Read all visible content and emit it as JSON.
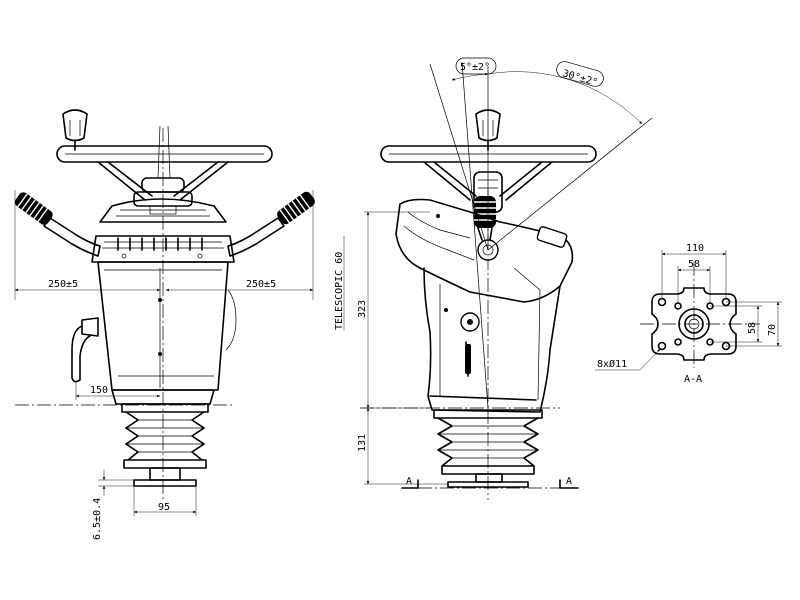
{
  "dimensions": {
    "left_width": "250±5",
    "right_width": "250±5",
    "offset_150": "150",
    "base_width_95": "95",
    "base_height": "6.5±0.4",
    "height_323": "323",
    "height_131": "131",
    "telescopic": "TELESCOPIC 60",
    "tilt_small": "5°±2°",
    "tilt_large": "30°±2°"
  },
  "section": {
    "marker_left": "A",
    "marker_right": "A",
    "title": "A-A",
    "width_110": "110",
    "width_58": "58",
    "height_58": "58",
    "height_70": "70",
    "holes": "8xØ11"
  }
}
